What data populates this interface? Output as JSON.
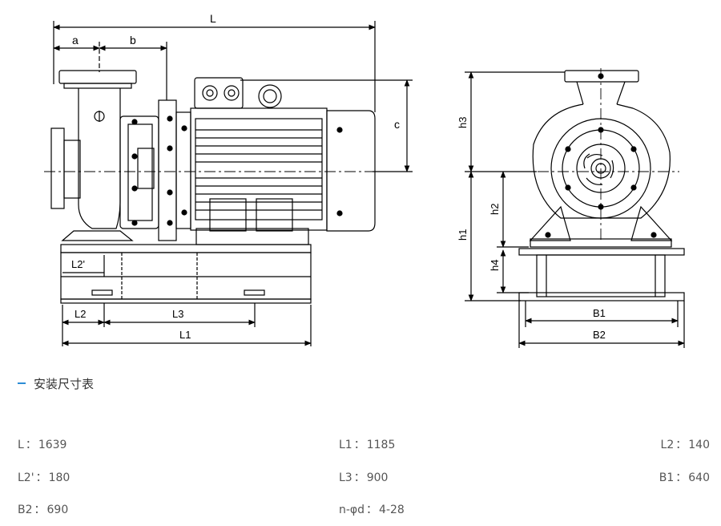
{
  "diagram": {
    "labels": {
      "L": "L",
      "a": "a",
      "b": "b",
      "c": "c",
      "L2p": "L2'",
      "L2": "L2",
      "L3": "L3",
      "L1": "L1",
      "h3": "h3",
      "h2": "h2",
      "h1": "h1",
      "h4": "h4",
      "B1": "B1",
      "B2": "B2"
    }
  },
  "section": {
    "title": "安装尺寸表",
    "accent_color": "#2d8dd6"
  },
  "specs": [
    {
      "label": "L",
      "value": "1639"
    },
    {
      "label": "L1",
      "value": "1185"
    },
    {
      "label": "L2",
      "value": "140"
    },
    {
      "label": "L2'",
      "value": "180"
    },
    {
      "label": "L3",
      "value": "900"
    },
    {
      "label": "B1",
      "value": "640"
    },
    {
      "label": "B2",
      "value": "690"
    },
    {
      "label": "n-φd",
      "value": "4-28"
    }
  ],
  "separator": "："
}
